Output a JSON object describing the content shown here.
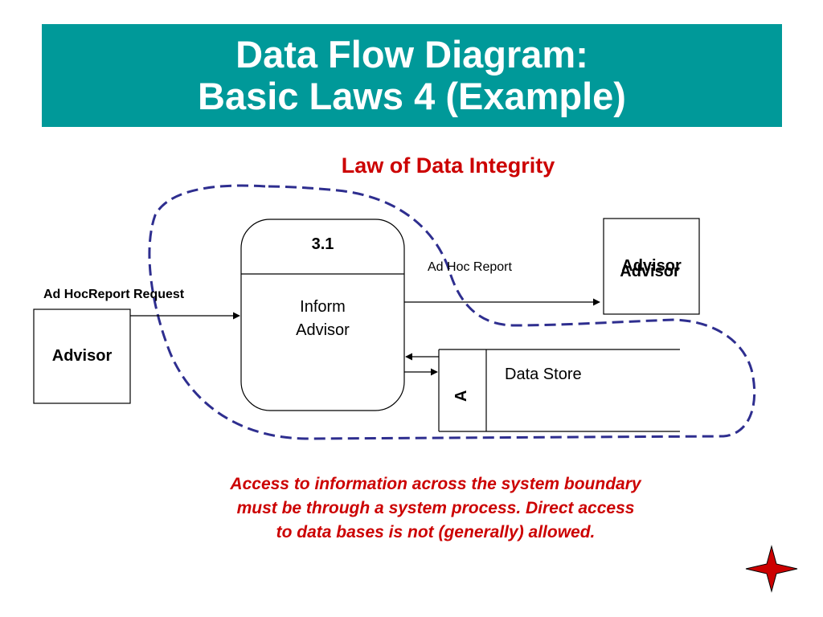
{
  "title": {
    "line1": "Data Flow Diagram:",
    "line2": "Basic Laws 4 (Example)"
  },
  "subtitle": "Law of Data Integrity",
  "diagram": {
    "external_left": {
      "label": "Advisor"
    },
    "external_right": {
      "label_overlap_top": "Advisor",
      "label_overlap_bottom": "Advisor"
    },
    "process": {
      "id": "3.1",
      "name_line1": "Inform",
      "name_line2": "Advisor"
    },
    "data_store": {
      "id": "A",
      "name": "Data Store"
    },
    "flows": {
      "request": "Ad HocReport Request",
      "report": "Ad Hoc Report"
    }
  },
  "note": {
    "line1": "Access to information across the system boundary",
    "line2": "must be through a system process.  Direct access",
    "line3": "to data bases is not (generally) allowed."
  },
  "colors": {
    "banner": "#009999",
    "subtitle": "#cc0000",
    "boundary": "#2e2e8f",
    "star": "#cc0000"
  },
  "icons": [
    "compass-star-icon"
  ]
}
